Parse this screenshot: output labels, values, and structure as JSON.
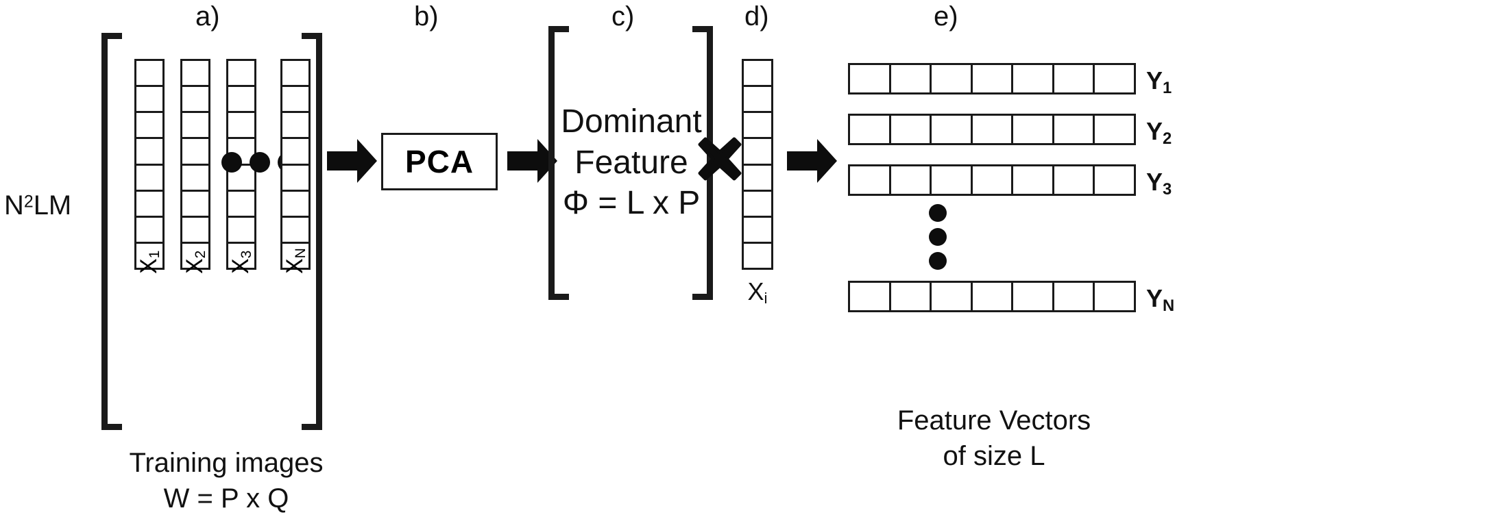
{
  "figure": {
    "row_label": "N2LM",
    "row_label_parts": {
      "pre": "N",
      "sup": "2",
      "post": "LM"
    },
    "section_letters": [
      "a)",
      "b)",
      "c)",
      "d)",
      "e)"
    ]
  },
  "stage_a": {
    "letter": "a)",
    "column_labels": [
      "X1",
      "X2",
      "X3",
      "XN"
    ],
    "column_label_parts": [
      {
        "base": "X",
        "sub": "1"
      },
      {
        "base": "X",
        "sub": "2"
      },
      {
        "base": "X",
        "sub": "3"
      },
      {
        "base": "X",
        "sub": "N"
      }
    ],
    "cells_per_column": 8,
    "ellipsis_dots": 3,
    "caption_line1": "Training images",
    "caption_line2": "W = P x Q"
  },
  "stage_b": {
    "letter": "b)",
    "box_label": "PCA"
  },
  "stage_c": {
    "letter": "c)",
    "line1": "Dominant",
    "line2": "Feature",
    "line3": "Φ = L x P"
  },
  "stage_d": {
    "letter": "d)",
    "label": "Xi",
    "label_parts": {
      "base": "X",
      "sub": "i"
    },
    "cells": 8,
    "operator": "multiply-cross"
  },
  "stage_e": {
    "letter": "e)",
    "row_labels": [
      "Y1",
      "Y2",
      "Y3",
      "YN"
    ],
    "row_label_parts": [
      {
        "base": "Y",
        "sub": "1"
      },
      {
        "base": "Y",
        "sub": "2"
      },
      {
        "base": "Y",
        "sub": "3"
      },
      {
        "base": "Y",
        "sub": "N"
      }
    ],
    "cells_per_row": 7,
    "ellipsis_dots": 3,
    "caption_line1": "Feature Vectors",
    "caption_line2": "of size L"
  },
  "colors": {
    "ink": "#1a1a1a",
    "background": "#ffffff",
    "text": "#111111"
  }
}
